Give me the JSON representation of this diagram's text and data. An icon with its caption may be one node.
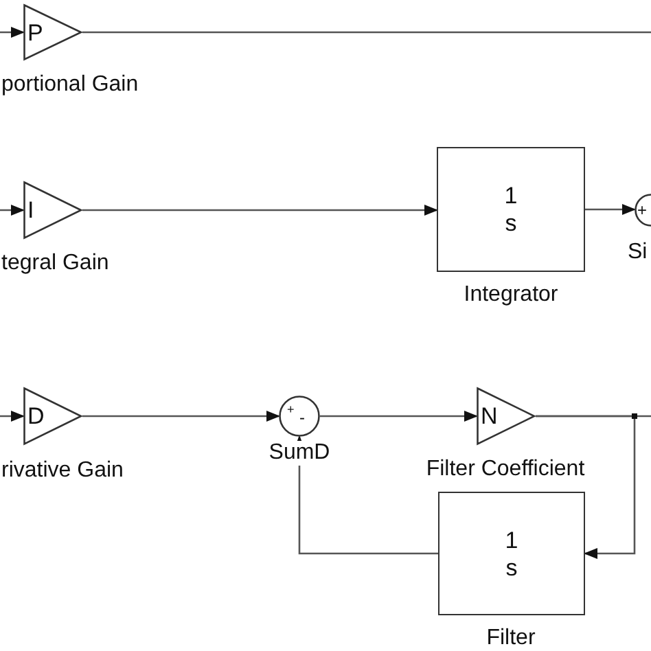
{
  "diagram": {
    "nodes": [
      {
        "text": [
          "P"
        ],
        "beside": [
          "portional Gain"
        ]
      },
      {
        "text": [
          "I"
        ],
        "beside": [
          "tegral Gain"
        ]
      },
      {
        "text": [
          "1",
          "s"
        ],
        "beside": [
          "Integrator"
        ]
      },
      {
        "text": [
          "+"
        ],
        "beside": [
          "Si"
        ]
      },
      {
        "text": [
          "D"
        ],
        "beside": [
          "rivative Gain"
        ]
      },
      {
        "text": [
          "+",
          "-"
        ],
        "beside": [
          "SumD"
        ]
      },
      {
        "text": [
          "N"
        ],
        "beside": [
          "Filter Coefficient"
        ]
      },
      {
        "text": [
          "1",
          "s"
        ],
        "beside": [
          "Filter"
        ]
      }
    ],
    "edges": [
      {
        "from": null,
        "to": 0,
        "arrow": "to"
      },
      {
        "from": 0,
        "to": null,
        "arrow": "none"
      },
      {
        "from": null,
        "to": 1,
        "arrow": "to"
      },
      {
        "from": 1,
        "to": 2,
        "arrow": "to"
      },
      {
        "from": 2,
        "to": 3,
        "arrow": "to"
      },
      {
        "from": null,
        "to": 4,
        "arrow": "to"
      },
      {
        "from": 4,
        "to": 5,
        "arrow": "to"
      },
      {
        "from": 5,
        "to": 6,
        "arrow": "to"
      },
      {
        "from": 6,
        "to": null,
        "arrow": "none"
      },
      {
        "from": 6,
        "to": 7,
        "arrow": "to"
      },
      {
        "from": 7,
        "to": 5,
        "arrow": "to"
      }
    ]
  }
}
